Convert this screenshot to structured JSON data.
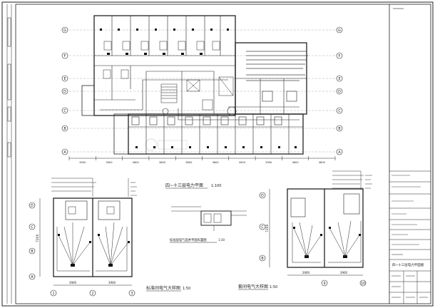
{
  "drawing": {
    "main_plan_title": "四~十三层电力平面",
    "main_plan_scale": "1:100",
    "detail_left_title": "标准间电气大样图",
    "detail_left_scale": "1:50",
    "detail_mid_title": "标准层电气竖井平面布置图",
    "detail_mid_scale": "1:30",
    "detail_right_title": "套间电气大样图",
    "detail_right_scale": "1:50",
    "footer_title": "四~十三层电力平面图",
    "dim_main_bottom": [
      "3900",
      "3900",
      "3600",
      "3600",
      "3600",
      "3600",
      "3900",
      "3900",
      "3600",
      "3600"
    ],
    "dim_left_bottom": [
      "3900",
      "3900"
    ],
    "dim_right_bottom": [
      "3900",
      "3900"
    ],
    "dim_left_vertical": "7200",
    "dim_right_vertical": "7200",
    "axis_rows": [
      "G",
      "F",
      "E",
      "D",
      "C",
      "B",
      "A"
    ],
    "axis_left_rows": [
      "D",
      "C",
      "B",
      "A"
    ],
    "axis_left_cols": [
      "1",
      "2",
      "3"
    ],
    "axis_right_cols": [
      "9",
      "10"
    ],
    "axis_right_rows": [
      "D",
      "C",
      "B"
    ]
  },
  "colors": {
    "line": "#222222",
    "fill": "#111111",
    "paper": "#ffffff"
  }
}
